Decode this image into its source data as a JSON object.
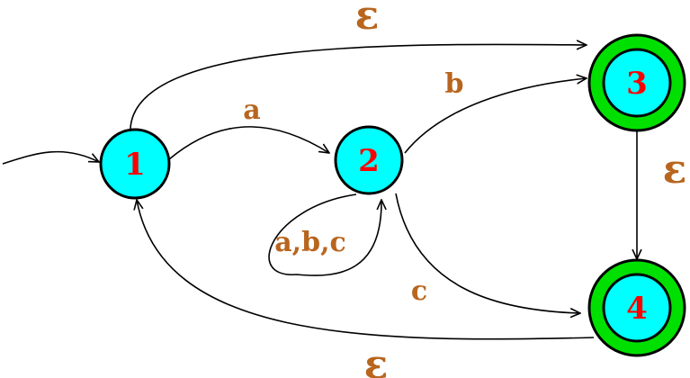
{
  "colors": {
    "state_fill": "#00ffff",
    "accepting_ring": "#00e000",
    "state_label": "#ff0000",
    "edge_label": "#b8651e"
  },
  "states": [
    {
      "label": "1",
      "accepting": false,
      "start": true
    },
    {
      "label": "2",
      "accepting": false,
      "start": false
    },
    {
      "label": "3",
      "accepting": true,
      "start": false
    },
    {
      "label": "4",
      "accepting": true,
      "start": false
    }
  ],
  "transitions": [
    {
      "from": "1",
      "to": "2",
      "label": "a"
    },
    {
      "from": "2",
      "to": "2",
      "label": "a,b,c"
    },
    {
      "from": "2",
      "to": "3",
      "label": "b"
    },
    {
      "from": "2",
      "to": "4",
      "label": "c"
    },
    {
      "from": "1",
      "to": "3",
      "label": "ε"
    },
    {
      "from": "3",
      "to": "4",
      "label": "ε"
    },
    {
      "from": "4",
      "to": "1",
      "label": "ε"
    }
  ]
}
